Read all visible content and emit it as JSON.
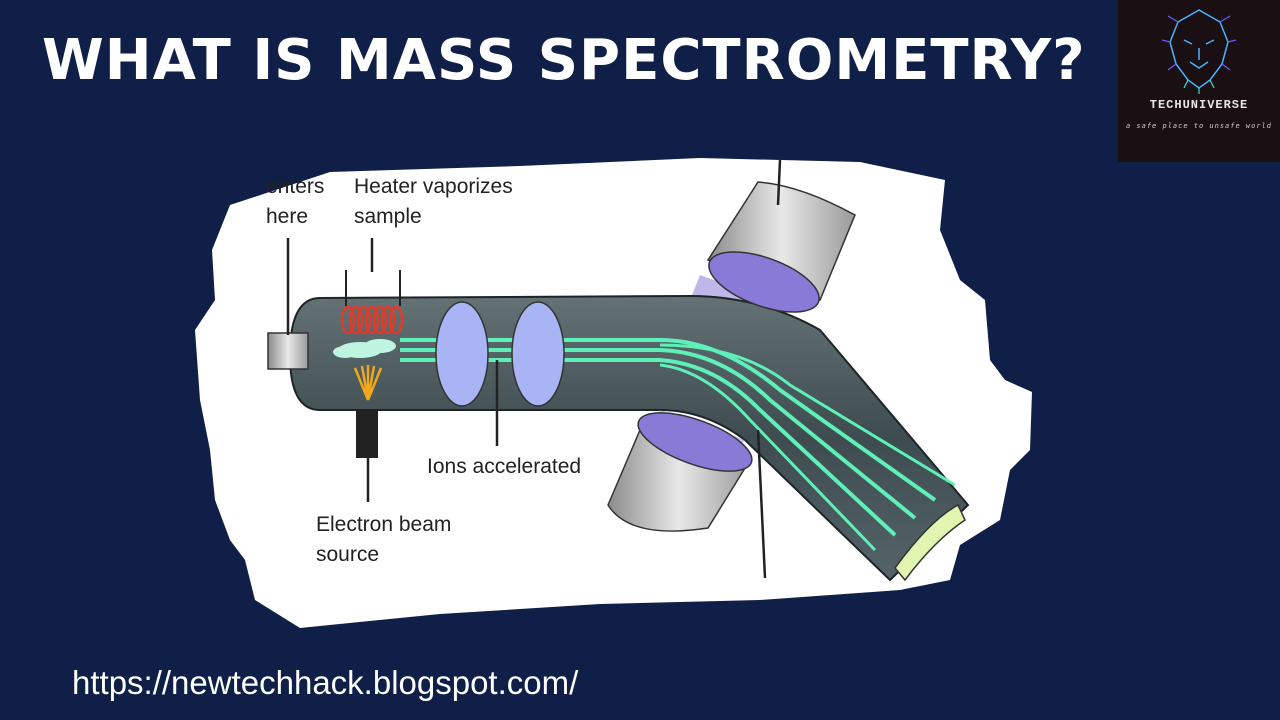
{
  "page": {
    "title": "WHAT IS MASS SPECTROMETRY?",
    "url": "https://newtechhack.blogspot.com/"
  },
  "logo": {
    "name": "TECHUNIVERSE",
    "tagline": "a safe place to unsafe world",
    "icon": "lion-circuit-icon"
  },
  "diagram": {
    "labels": {
      "enters_here_line1": "enters",
      "enters_here_line2": "here",
      "heater_line1": "Heater vaporizes",
      "heater_line2": "sample",
      "ions_accelerated": "Ions accelerated",
      "electron_line1": "Electron beam",
      "electron_line2": "source"
    },
    "colors": {
      "background": "#0f1f47",
      "tube": "#4a5a5e",
      "beam": "#5ef0b8",
      "plate": "#a9b4f5",
      "heater_coil": "#e23b2a",
      "magnet_field": "#8a7ad8"
    }
  }
}
